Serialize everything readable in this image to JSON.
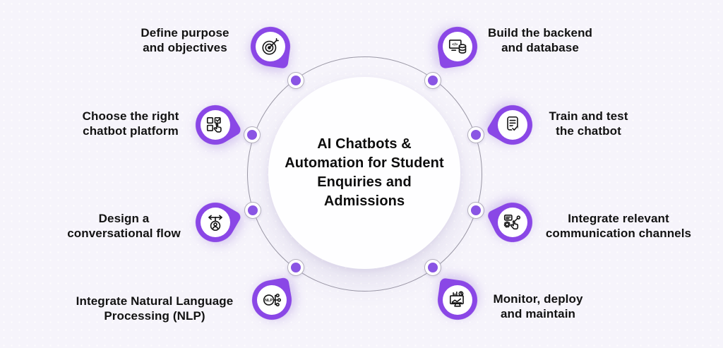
{
  "title": "AI Chatbots & Automation for Student Enquiries and Admissions",
  "colors": {
    "background": "#f6f4fb",
    "accent_purple": "#8a47e6",
    "dot_purple": "#8a55e4",
    "ring_line": "#9b98a6",
    "text": "#121212",
    "center_circle": "#fefeff"
  },
  "steps": [
    {
      "label": "Define purpose and objectives",
      "icon": "target-dart-icon"
    },
    {
      "label": "Choose the right chatbot platform",
      "icon": "checkbox-select-icon"
    },
    {
      "label": "Design a conversational flow",
      "icon": "conversation-flow-icon"
    },
    {
      "label": "Integrate Natural Language Processing (NLP)",
      "icon": "nlp-network-icon"
    },
    {
      "label": "Build the backend and database",
      "icon": "backend-database-icon"
    },
    {
      "label": "Train and test the chatbot",
      "icon": "document-check-icon"
    },
    {
      "label": "Integrate relevant communication channels",
      "icon": "communication-channels-icon"
    },
    {
      "label": "Monitor, deploy and maintain",
      "icon": "monitor-analytics-icon"
    }
  ]
}
